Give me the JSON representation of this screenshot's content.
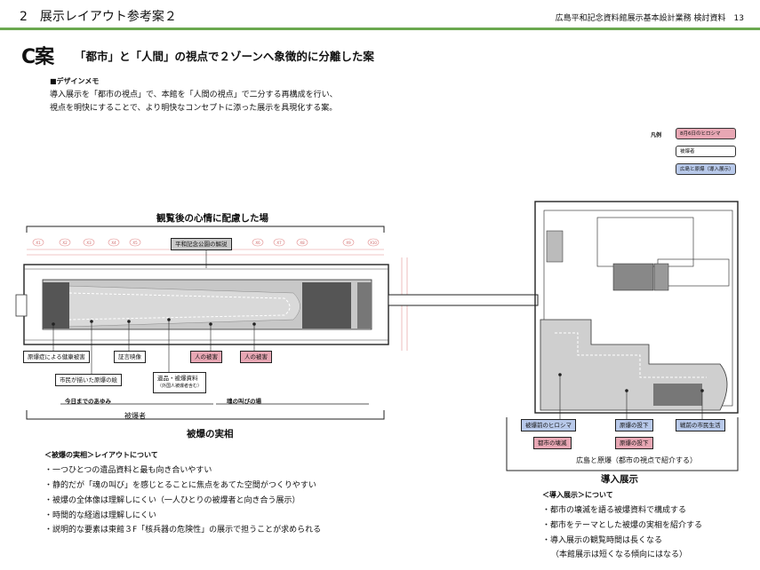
{
  "header": {
    "title": "2　展示レイアウト参考案２",
    "right": "広島平和記念資料館展示基本設計業務 検討資料　13"
  },
  "plan": {
    "label": "C案",
    "title": "「都市」と「人間」の視点で２ゾーンへ象徴的に分離した案"
  },
  "memo": {
    "heading": "■デザインメモ",
    "lines": [
      "導入展示を「都市の視点」で、本館を「人間の視点」で二分する再構成を行い、",
      "視点を明快にすることで、より明快なコンセプトに添った展示を具現化する案。"
    ]
  },
  "legend": {
    "key": "凡例",
    "items": [
      "8月6日のヒロシマ",
      "被爆者",
      "広島と原爆（導入展示）"
    ]
  },
  "main_hall": {
    "top_caption": "観覧後の心情に配慮した場",
    "park_label": "平和記念公園の解説",
    "grid_labels": [
      "X1",
      "X2",
      "X3",
      "X4",
      "X5",
      "X6",
      "X7",
      "X8",
      "X9",
      "X10"
    ],
    "labels": {
      "radiation": "原爆症による健康被害",
      "testimony": "証言映像",
      "human_damage_1": "人の被害",
      "human_damage_2": "人の被害",
      "citizen_drawings": "市民が描いた原爆の絵",
      "artifacts": "遺品・被爆資料",
      "artifacts_sub": "（外国人被爆者含む）"
    },
    "timeline_left": "今日までのあゆみ",
    "timeline_right": "魂の叫びの場",
    "hibakusha": "被爆者",
    "bottom_caption": "被爆の実相"
  },
  "main_notes": {
    "heading": "＜被爆の実相＞レイアウトについて",
    "items": [
      "・一つひとつの遺品資料と最も向き合いやすい",
      "・静的だが「魂の叫び」を感じとることに焦点をあてた空間がつくりやすい",
      "・被爆の全体像は理解しにくい（一人ひとりの被爆者と向き合う展示）",
      "・時間的な経過は理解しにくい",
      "・説明的な要素は東館３F「核兵器の危険性」の展示で担うことが求められる"
    ]
  },
  "east_hall": {
    "labels": {
      "pre_hiroshima": "被爆前のヒロシマ",
      "bombing_1": "原爆の投下",
      "postwar": "戦前の市民生活",
      "destruction": "都市の壊滅",
      "bombing_2": "原爆の投下"
    },
    "sub_caption": "広島と原爆（都市の視点で紹介する）",
    "caption": "導入展示"
  },
  "east_notes": {
    "heading": "＜導入展示＞について",
    "items": [
      "・都市の壊滅を語る被爆資料で構成する",
      "・都市をテーマとした被爆の実相を紹介する",
      "・導入展示の観覧時間は長くなる",
      "（本館展示は短くなる傾向にはなる）"
    ]
  },
  "colors": {
    "accent_line": "#6aa84f",
    "pink": "#e8a7b4",
    "blue": "#b8c9ea",
    "floor": "#cfcfcf"
  }
}
